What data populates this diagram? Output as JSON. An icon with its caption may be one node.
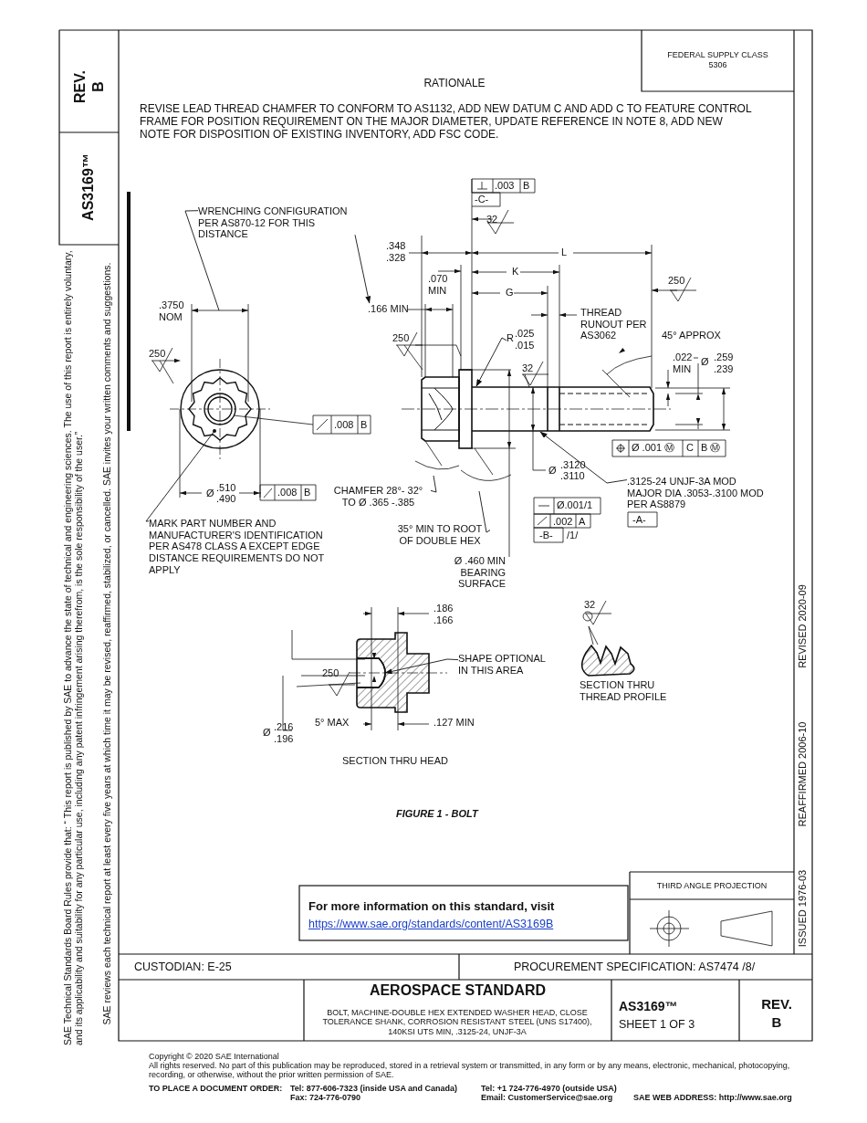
{
  "diagram": {
    "title": "FIGURE 1 - BOLT",
    "nodes": [
      {
        "text": [
          "WRENCHING CONFIGURATION PER AS870-12 FOR THIS DISTANCE"
        ]
      },
      {
        "text": [
          "MARK PART NUMBER AND MANUFACTURER'S IDENTIFICATION PER AS478 CLASS A EXCEPT EDGE DISTANCE REQUIREMENTS DO NOT APPLY"
        ]
      },
      {
        "text": [
          "CHAMFER 28°- 32° TO Ø .365 -.385"
        ]
      },
      {
        "text": [
          "35° MIN TO ROOT OF DOUBLE HEX"
        ]
      },
      {
        "text": [
          ".3125-24 UNJF-3A MOD MAJOR DIA .3053-.3100 MOD PER AS8879"
        ]
      },
      {
        "text": [
          "SHAPE OPTIONAL IN THIS AREA"
        ]
      },
      {
        "text": [
          "R",
          ".025 .015"
        ]
      },
      {
        "text": [
          ".166 MIN"
        ]
      },
      {
        "text": [],
        "shape": "box"
      }
    ],
    "edges": [
      {
        "from": 0,
        "to": null,
        "arrow": "none"
      },
      {
        "from": 0,
        "to": 7,
        "arrow": "to"
      },
      {
        "from": 1,
        "to": null,
        "arrow": "other"
      },
      {
        "from": 2,
        "to": null,
        "arrow": "none"
      },
      {
        "from": 3,
        "to": null,
        "arrow": "none"
      },
      {
        "from": 4,
        "to": null,
        "arrow": "to"
      },
      {
        "from": 5,
        "to": 8,
        "arrow": "to"
      },
      {
        "from": 6,
        "to": null,
        "arrow": "to"
      }
    ],
    "labels": [
      "REV.",
      "B",
      "AS3169™",
      "FEDERAL SUPPLY CLASS",
      "5306",
      "RATIONALE",
      "REVISE LEAD THREAD CHAMFER TO CONFORM TO AS1132, ADD NEW DATUM C AND ADD C TO FEATURE CONTROL FRAME FOR POSITION REQUIREMENT ON THE MAJOR DIAMETER, UPDATE REFERENCE IN NOTE 8, ADD NEW NOTE FOR DISPOSITION OF EXISTING INVENTORY, ADD FSC CODE.",
      "SAE Technical Standards Board Rules provide that: “ This report is published by SAE to advance the state of technical and engineering sciences. The use of this report is entirely voluntary, and its applicability and suitability for any particular use, including any patent infringement arising therefrom, is the sole responsibility of the user.”",
      "SAE reviews each technical report at least every five years at which time it may be revised, reaffirmed, stabilized, or cancelled. SAE invites your written comments and suggestions.",
      "ISSUED 1976-03",
      "REAFFIRMED 2006-10",
      "REVISED 2020-09",
      ".003",
      "B",
      "-C-",
      "32",
      ".348",
      ".328",
      "L",
      ".070",
      "MIN",
      "K",
      "G",
      ".3750",
      "NOM",
      "250",
      "250",
      "THREAD RUNOUT PER AS3062",
      "250",
      "45° APPROX",
      "32",
      ".022",
      "MIN",
      "Ø",
      ".259",
      ".239",
      ".008",
      "B",
      "Ø .001 Ⓜ",
      "C",
      "B Ⓜ",
      "Ø",
      ".3120",
      ".3110",
      "Ø",
      ".510",
      ".490",
      ".008",
      "B",
      "Ø.001/1",
      ".002",
      "A",
      "-B-",
      "/1/",
      "-A-",
      "Ø .460 MIN BEARING SURFACE",
      ".186",
      ".166",
      "250",
      "5° MAX",
      ".127 MIN",
      "Ø",
      ".216",
      ".196",
      "SECTION THRU HEAD",
      "32",
      "SECTION THRU THREAD PROFILE",
      "THIRD ANGLE PROJECTION",
      "For more information on this standard, visit",
      "https://www.sae.org/standards/content/AS3169B",
      "CUSTODIAN: E-25",
      "PROCUREMENT SPECIFICATION: AS7474 /8/",
      "AEROSPACE STANDARD",
      "BOLT, MACHINE-DOUBLE HEX EXTENDED WASHER HEAD, CLOSE TOLERANCE SHANK, CORROSION RESISTANT STEEL (UNS S17400), 140KSI UTS MIN, .3125-24, UNJF-3A",
      "AS3169™",
      "SHEET 1 OF 3",
      "REV.",
      "B",
      "Copyright © 2020 SAE International",
      "All rights reserved. No part of this publication may be reproduced, stored in a retrieval system or transmitted, in any form or by any means, electronic, mechanical, photocopying, recording, or otherwise, without the prior written permission of SAE.",
      "TO PLACE A DOCUMENT ORDER:",
      "Tel: 877-606-7323 (inside USA and Canada)",
      "Fax: 724-776-0790",
      "Tel: +1 724-776-4970 (outside USA)",
      "Email: CustomerService@sae.org",
      "SAE WEB ADDRESS: http://www.sae.org"
    ]
  }
}
